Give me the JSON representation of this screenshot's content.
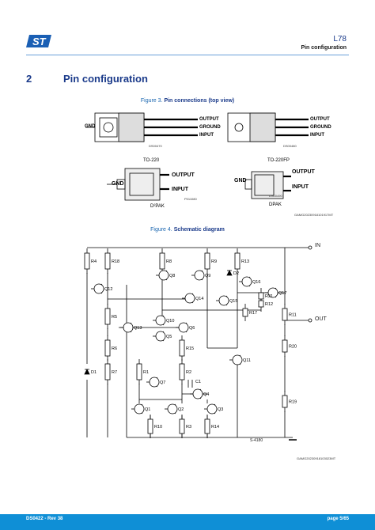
{
  "header": {
    "doc_title": "L78",
    "section_name": "Pin configuration"
  },
  "section": {
    "number": "2",
    "title": "Pin configuration"
  },
  "figure3": {
    "label": "Figure 3.",
    "title": "Pin connections (top view)",
    "packages": [
      {
        "name": "TO-220",
        "pins": [
          "OUTPUT",
          "GROUND",
          "INPUT"
        ],
        "tab_label": "GND",
        "code": "DS00470"
      },
      {
        "name": "TO-220FP",
        "pins": [
          "OUTPUT",
          "GROUND",
          "INPUT"
        ],
        "code": "DS00480"
      },
      {
        "name": "D²PAK",
        "pins": [
          "OUTPUT",
          "INPUT"
        ],
        "tab_label": "GND",
        "code": "P011080"
      },
      {
        "name": "DPAK",
        "pins": [
          "OUTPUT",
          "INPUT"
        ],
        "tab_label": "GND",
        "code": "DS00490"
      }
    ],
    "ref": "GAMG20230918101917MT"
  },
  "figure4": {
    "label": "Figure 4.",
    "title": "Schematic diagram",
    "terminals": {
      "in": "IN",
      "out": "OUT"
    },
    "resistors": [
      "R4",
      "R18",
      "R8",
      "R9",
      "R13",
      "R5",
      "R6",
      "R7",
      "R1",
      "R2",
      "R15",
      "R10",
      "R3",
      "R14",
      "R21",
      "R12",
      "R17",
      "R11",
      "R20",
      "R19"
    ],
    "transistors": [
      "Q12",
      "Q8",
      "Q9",
      "Q14",
      "Q16",
      "Q15",
      "Q17",
      "Q13",
      "Q10",
      "Q5",
      "Q6",
      "Q11",
      "Q7",
      "Q4",
      "Q1",
      "Q2",
      "Q3"
    ],
    "diodes": [
      "D1",
      "D2"
    ],
    "capacitors": [
      "C1"
    ],
    "code": "S-4180",
    "ref": "GAMG20230918103023MT"
  },
  "footer": {
    "doc_id": "DS0422 - Rev 38",
    "page": "page 5/65"
  },
  "colors": {
    "heading_blue": "#1a3a8a",
    "caption_blue": "#1a66b0",
    "footer_bar": "#0f8fd6",
    "header_rule": "#6aa0d8"
  }
}
